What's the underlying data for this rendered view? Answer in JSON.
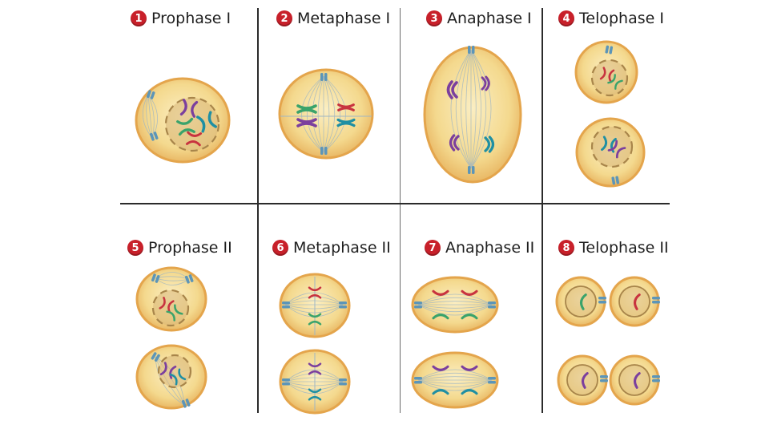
{
  "stages": [
    {
      "number": "1",
      "name": "Prophase I"
    },
    {
      "number": "2",
      "name": "Metaphase I"
    },
    {
      "number": "3",
      "name": "Anaphase I"
    },
    {
      "number": "4",
      "name": "Telophase I"
    },
    {
      "number": "5",
      "name": "Prophase II"
    },
    {
      "number": "6",
      "name": "Metaphase II"
    },
    {
      "number": "7",
      "name": "Anaphase II"
    },
    {
      "number": "8",
      "name": "Telophase II"
    }
  ],
  "colors": {
    "cell_fill": "#f4d98e",
    "cell_edge": "#e4a54c",
    "nucleus": "#d9b778",
    "centrosome": "#5c95b8",
    "chrom_purple": "#7b3f9e",
    "chrom_green": "#3aa36b",
    "chrom_red": "#c8333f",
    "chrom_teal": "#1f8fa3",
    "badge": "#c8202a"
  }
}
